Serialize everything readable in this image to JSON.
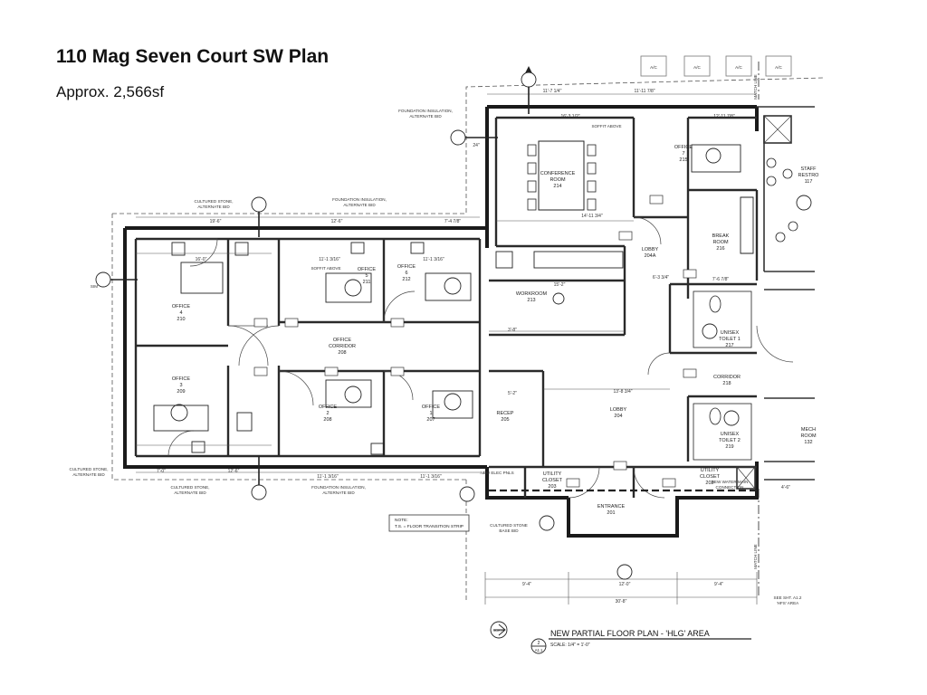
{
  "header": {
    "title": "110 Mag Seven Court SW Plan",
    "subtitle": "Approx. 2,566sf"
  },
  "plan": {
    "rooms": [
      {
        "name": "CONFERENCE",
        "name2": "ROOM",
        "num": "214"
      },
      {
        "name": "OFFICE",
        "name2": "7",
        "num": "215"
      },
      {
        "name": "BREAK",
        "name2": "ROOM",
        "num": "216"
      },
      {
        "name": "LOBBY",
        "name2": "",
        "num": "204A"
      },
      {
        "name": "OFFICE",
        "name2": "4",
        "num": "210"
      },
      {
        "name": "OFFICE",
        "name2": "5",
        "num": "211"
      },
      {
        "name": "OFFICE",
        "name2": "6",
        "num": "212"
      },
      {
        "name": "WORKROOM",
        "name2": "",
        "num": "213"
      },
      {
        "name": "OFFICE",
        "name2": "CORRIDOR",
        "num": "208"
      },
      {
        "name": "OFFICE",
        "name2": "3",
        "num": "209"
      },
      {
        "name": "OFFICE",
        "name2": "2",
        "num": "208"
      },
      {
        "name": "OFFICE",
        "name2": "1",
        "num": "207"
      },
      {
        "name": "RECEP",
        "name2": "",
        "num": "205"
      },
      {
        "name": "LOBBY",
        "name2": "",
        "num": "204"
      },
      {
        "name": "UNISEX",
        "name2": "TOILET 1",
        "num": "217"
      },
      {
        "name": "CORRIDOR",
        "name2": "",
        "num": "218"
      },
      {
        "name": "UNISEX",
        "name2": "TOILET 2",
        "num": "219"
      },
      {
        "name": "UTILITY",
        "name2": "CLOSET",
        "num": "203"
      },
      {
        "name": "ENTRANCE",
        "name2": "",
        "num": "201"
      },
      {
        "name": "UTILITY",
        "name2": "CLOSET",
        "num": "202"
      },
      {
        "name": "STAFF",
        "name2": "RESTRO",
        "num": "117"
      },
      {
        "name": "MECH",
        "name2": "ROOM",
        "num": "132"
      }
    ],
    "notes": {
      "foundation_insulation": "FOUNDATION INSULATION,",
      "alternate_bid": "ALTERNATE BID",
      "cultured_stone": "CULTURED STONE,",
      "cultured_stone_base": "CULTURED STONE",
      "base_bid": "BASE BID",
      "soffit_above": "SOFFIT ABOVE",
      "note_1": "NOTE:",
      "note_2": "T.S. = FLOOR TRANSITION STRIP",
      "water_main": "NEW WATER MAIN",
      "connection": "CONNECTION",
      "match_line": "MATCH LINE",
      "see_sheet": "SEE SHT. A1.2",
      "hfs_area": "'HFS' AREA",
      "new_elec_panels": "NEW ELEC PNLS",
      "ac": "A/C",
      "sim": "SIM"
    },
    "dims": {
      "d1": "19'-6\"",
      "d2": "12'-6\"",
      "d3": "7'-4 7/8\"",
      "d4": "16'-0\"",
      "d5": "11'-1 3/16\"",
      "d6": "11'-1 3/16\"",
      "d7": "16'-3 1/2\"",
      "d8": "11'-7 1/4\"",
      "d9": "11'-11 7/8\"",
      "d10": "12'-11 7/8\"",
      "d11": "14'-11 3/4\"",
      "d12": "15'-2\"",
      "d13": "13'-8 3/4\"",
      "d14": "7'-0\"",
      "d15": "12'-6\"",
      "d16": "11'-1 3/16\"",
      "d17": "11'-1 3/16\"",
      "d18": "9'-4\"",
      "d19": "12'-0\"",
      "d20": "9'-4\"",
      "d21": "30'-8\"",
      "d22": "3'-8\"",
      "d23": "5'-2\"",
      "d24": "6'-3 3/4\"",
      "d25": "7'-6 7/8\"",
      "d26": "4'-6\"",
      "d27": "24\""
    },
    "title_block": {
      "num": "2",
      "sheet": "A1.1",
      "title": "NEW PARTIAL FLOOR PLAN - 'HLG' AREA",
      "scale": "SCALE:  1/4\" = 1'-0\"",
      "north": "NORTH"
    }
  }
}
